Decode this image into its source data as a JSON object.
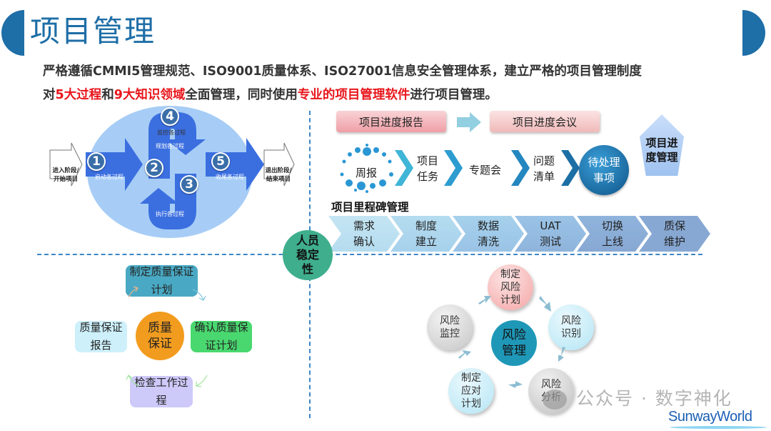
{
  "header": {
    "title": "项目管理",
    "intro_line1": "严格遵循CMMI5管理规范、ISO9001质量体系、ISO27001信息安全管理体系，建立严格的项目管理制度",
    "intro_line2_parts": [
      {
        "text": "对",
        "highlight": false
      },
      {
        "text": "5大过程",
        "highlight": true
      },
      {
        "text": "和",
        "highlight": false
      },
      {
        "text": "9大知识领域",
        "highlight": true
      },
      {
        "text": "全面管理，同时使用",
        "highlight": false
      },
      {
        "text": "专业的项目管理软件",
        "highlight": true
      },
      {
        "text": "进行项目管理。",
        "highlight": false
      }
    ]
  },
  "colors": {
    "brand": "#1e6ea7",
    "highlight": "#e8161b",
    "divider": "#3d86c6",
    "people": "#3fae8c"
  },
  "process": {
    "enter_label": "进入阶段/开始项目",
    "exit_label": "退出阶段/结束项目",
    "steps": [
      {
        "num": "1",
        "label": "启动各过程"
      },
      {
        "num": "2",
        "label": "规划各过程"
      },
      {
        "num": "3",
        "label": "执行各过程"
      },
      {
        "num": "4",
        "label": "监控各过程"
      },
      {
        "num": "5",
        "label": "收尾各过程"
      }
    ]
  },
  "progress": {
    "report": "项目进度报告",
    "meeting": "项目进度会议",
    "weekly": "周报",
    "task": "项目任务",
    "topic": "专题会",
    "issues": "问题清单",
    "pending": "待处理事项",
    "label": "项目进度管理"
  },
  "milestones": {
    "title": "项目里程碑管理",
    "items": [
      "需求确认",
      "制度建立",
      "数据清洗",
      "UAT测试",
      "切换上线",
      "质保维护"
    ]
  },
  "people": {
    "label": "人员稳定性"
  },
  "quality": {
    "center": "质量保证",
    "nodes": [
      "制定质量保证计划",
      "确认质量保证计划",
      "检查工作过程",
      "质量保证报告"
    ]
  },
  "risk": {
    "center": "风险管理",
    "nodes": [
      "制定风险计划",
      "风险识别",
      "风险分析",
      "制定应对计划",
      "风险监控"
    ]
  },
  "watermark": {
    "text": "公众号 · 数字神化",
    "logo": "SunwayWorld"
  }
}
